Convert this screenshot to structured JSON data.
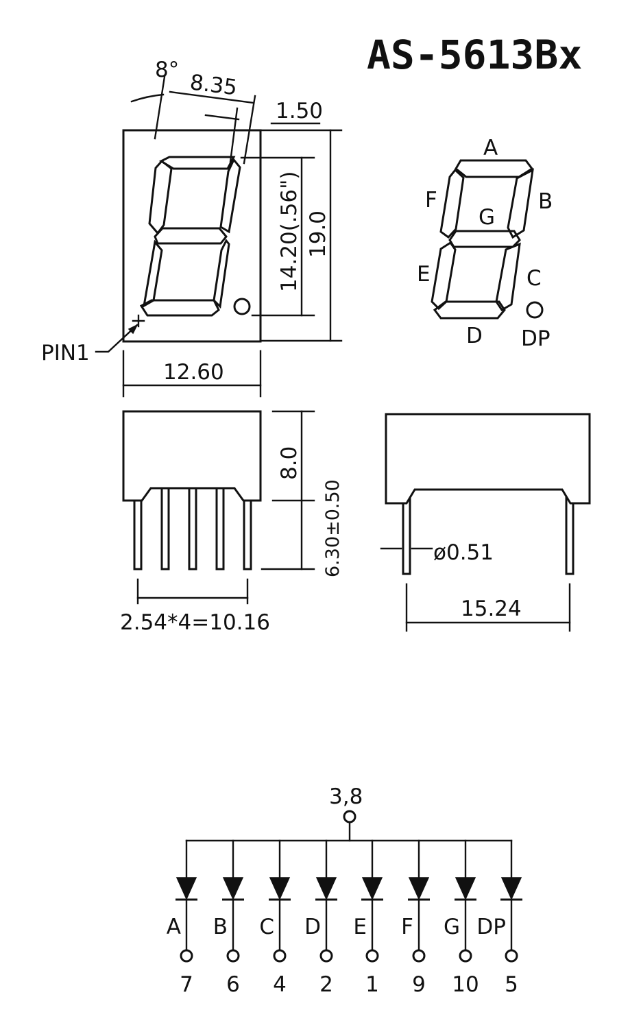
{
  "title": "AS-5613Bx",
  "front_view": {
    "angle": "8°",
    "digit_width": "8.35",
    "top_gap": "1.50",
    "digit_height": "14.20(.56\")",
    "overall_height": "19.0",
    "overall_width": "12.60",
    "pin1_label": "PIN1"
  },
  "segment_map": {
    "labels": [
      "A",
      "B",
      "C",
      "D",
      "E",
      "F",
      "G",
      "DP"
    ]
  },
  "side_view": {
    "body_height": "8.0",
    "pin_length": "6.30±0.50",
    "pin_pitch": "2.54*4=10.16"
  },
  "end_view": {
    "pin_diameter": "ø0.51",
    "row_spacing": "15.24"
  },
  "schematic": {
    "common_pins": "3,8",
    "channels": [
      {
        "segment": "A",
        "pin": "7"
      },
      {
        "segment": "B",
        "pin": "6"
      },
      {
        "segment": "C",
        "pin": "4"
      },
      {
        "segment": "D",
        "pin": "2"
      },
      {
        "segment": "E",
        "pin": "1"
      },
      {
        "segment": "F",
        "pin": "9"
      },
      {
        "segment": "G",
        "pin": "10"
      },
      {
        "segment": "DP",
        "pin": "5"
      }
    ]
  }
}
